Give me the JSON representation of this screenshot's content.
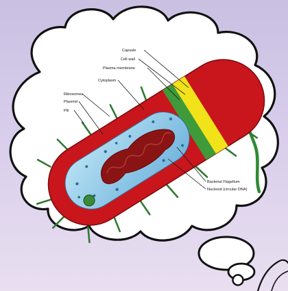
{
  "diagram": {
    "labels": {
      "capsule": "Capsule",
      "cell_wall": "Cell wall",
      "plasma_membrane": "Plasma membrane",
      "cytoplasm": "Cytoplasm",
      "ribosomes": "Ribosomes",
      "plasmid": "Plasmid",
      "pili": "Pili",
      "bacterial_flagellum": "Bacterial Flagellum",
      "nucleoid": "Nucleoid (circular DNA)"
    },
    "colors": {
      "background": "#d3c9e8",
      "capsule": "#c8161c",
      "cell_wall": "#f2e21a",
      "plasma_membrane": "#3f9a3a",
      "cytoplasm": "#8ecbe8",
      "nucleoid": "#8a1414",
      "flagellum": "#2f8a33",
      "pili": "#2f7a30"
    }
  }
}
